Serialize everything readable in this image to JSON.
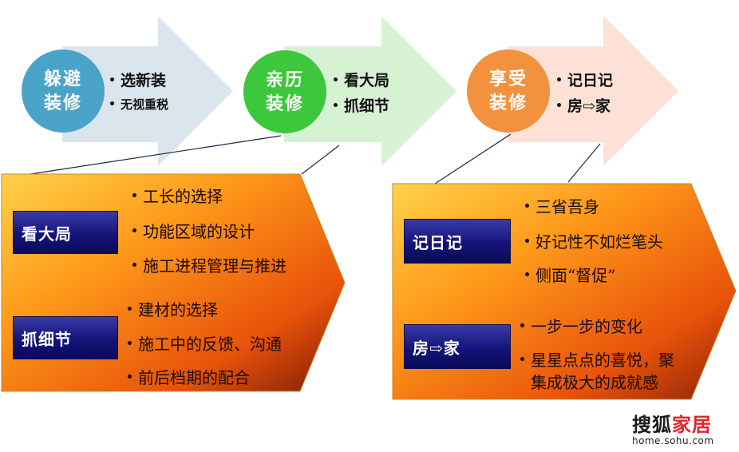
{
  "stages": [
    {
      "circle_line1": "躲避",
      "circle_line2": "装修",
      "color": "#4aa3c8",
      "arrow_color": "#dbe5ee",
      "bullets": [
        "选新装",
        "无视重税"
      ]
    },
    {
      "circle_line1": "亲历",
      "circle_line2": "装修",
      "color": "#3cc73c",
      "arrow_color": "#d7f2d3",
      "bullets": [
        "看大局",
        "抓细节"
      ]
    },
    {
      "circle_line1": "享受",
      "circle_line2": "装修",
      "color": "#f2913e",
      "arrow_color": "#fde1d6",
      "bullets": [
        "记日记",
        "房⇨家"
      ]
    }
  ],
  "panel_left": {
    "groups": [
      {
        "title": "看大局",
        "items": [
          "工长的选择",
          "功能区域的设计",
          "施工进程管理与推进"
        ]
      },
      {
        "title": "抓细节",
        "items": [
          "建材的选择",
          "施工中的反馈、沟通",
          "前后档期的配合"
        ]
      }
    ]
  },
  "panel_right": {
    "groups": [
      {
        "title": "记日记",
        "items": [
          "三省吾身",
          "好记性不如烂笔头",
          "侧面“督促”"
        ]
      },
      {
        "title": "房⇨家",
        "items": [
          "一步一步的变化",
          "星星点点的喜悦，聚",
          "集成极大的成就感"
        ]
      }
    ]
  },
  "watermark": {
    "brand_a": "搜狐",
    "brand_b": "家居",
    "url": "home.sohu.com"
  }
}
